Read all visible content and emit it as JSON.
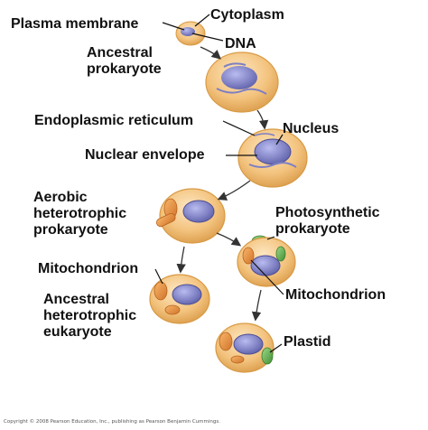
{
  "labels": {
    "plasma_membrane": "Plasma membrane",
    "cytoplasm": "Cytoplasm",
    "dna": "DNA",
    "ancestral_prokaryote": "Ancestral\nprokaryote",
    "endoplasmic_reticulum": "Endoplasmic reticulum",
    "nucleus": "Nucleus",
    "nuclear_envelope": "Nuclear envelope",
    "aerobic_heterotrophic_prokaryote": "Aerobic\nheterotrophic\nprokaryote",
    "photosynthetic_prokaryote": "Photosynthetic\nprokaryote",
    "mitochondrion_left": "Mitochondrion",
    "mitochondrion_right": "Mitochondrion",
    "ancestral_heterotrophic_eukaryote": "Ancestral\nheterotrophic\neukaryote",
    "plastid": "Plastid"
  },
  "copyright": "Copyright © 2008 Pearson Education, Inc., publishing as Pearson Benjamin Cummings.",
  "colors": {
    "cell_fill": "#f3c37e",
    "cell_edge": "#d89a44",
    "nucleus": "#7d7fc4",
    "mitochondrion": "#e28a3c",
    "plastid": "#5fb04a",
    "arrow": "#333333"
  }
}
